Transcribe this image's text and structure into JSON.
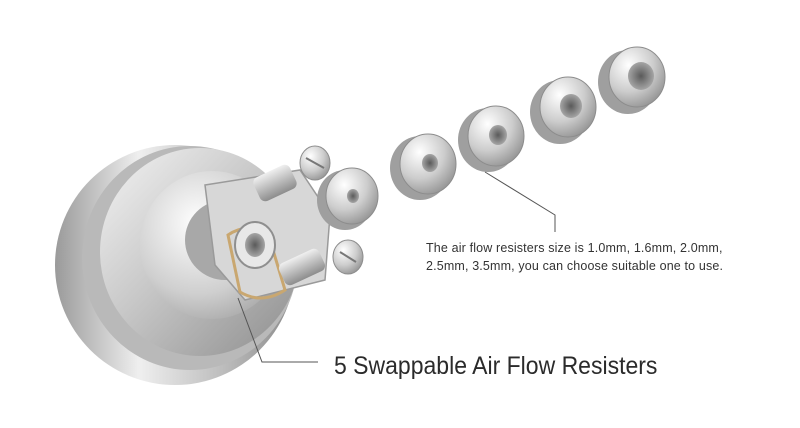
{
  "captions": {
    "description_line1": "The air flow resisters size is 1.0mm, 1.6mm, 2.0mm,",
    "description_line2": "2.5mm, 3.5mm, you can choose suitable one to use.",
    "headline": "5 Swappable Air Flow Resisters"
  },
  "resisters": {
    "count": 5
  },
  "colors": {
    "metal_light": "#f2f2f2",
    "metal_mid": "#bdbdbd",
    "metal_dark": "#7a7a7a",
    "gold_accent": "#c9a770",
    "leader_line": "#555555",
    "text": "#333333"
  }
}
